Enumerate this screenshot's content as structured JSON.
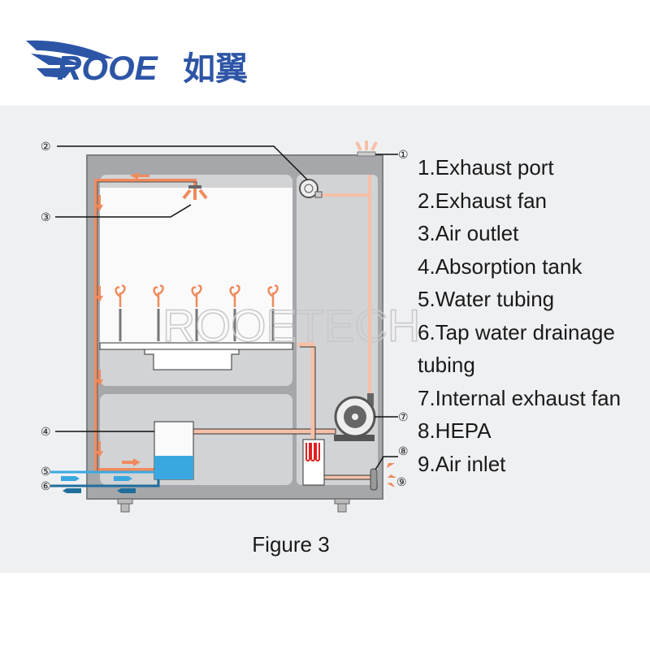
{
  "logo": {
    "text": "ROOE",
    "chinese": "如翼",
    "color": "#2d55a6",
    "accent": "#3cb8a0"
  },
  "watermark": "ROOETECH",
  "callouts": [
    "①",
    "②",
    "③",
    "④",
    "⑤",
    "⑥",
    "⑦",
    "⑧",
    "⑨"
  ],
  "legend": [
    "1.Exhaust port",
    "2.Exhaust fan",
    "3.Air outlet",
    "4.Absorption tank",
    "5.Water tubing",
    "6.Tap water drainage",
    "tubing",
    "7.Internal exhaust fan",
    "8.HEPA",
    "9.Air inlet"
  ],
  "caption": "Figure 3",
  "colors": {
    "cabinet": "#a5a7aa",
    "panel": "#d2d3d5",
    "air": "#f08a5d",
    "air_light": "#f6c0a8",
    "water": "#3aa8e0",
    "drain": "#1f6e9c"
  }
}
